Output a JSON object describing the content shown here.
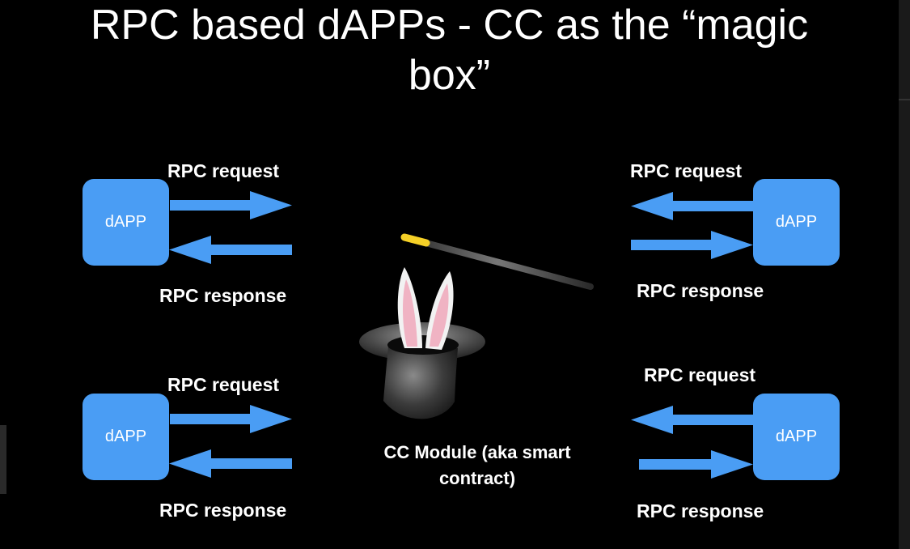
{
  "slide": {
    "title_line1": "RPC based dAPPs - CC as the “magic",
    "title_line2": "box”"
  },
  "dapp_label": "dAPP",
  "rpc_request": "RPC request",
  "rpc_response": "RPC response",
  "center": {
    "caption_line1": "CC Module (aka smart",
    "caption_line2": "contract)"
  },
  "colors": {
    "background": "#000000",
    "dapp_box": "#4a9df4",
    "arrow": "#4a9df4",
    "text": "#ffffff"
  },
  "icons": [
    "magic-hat-icon",
    "rabbit-ears-icon",
    "magic-wand-icon",
    "arrow-right-icon",
    "arrow-left-icon"
  ]
}
